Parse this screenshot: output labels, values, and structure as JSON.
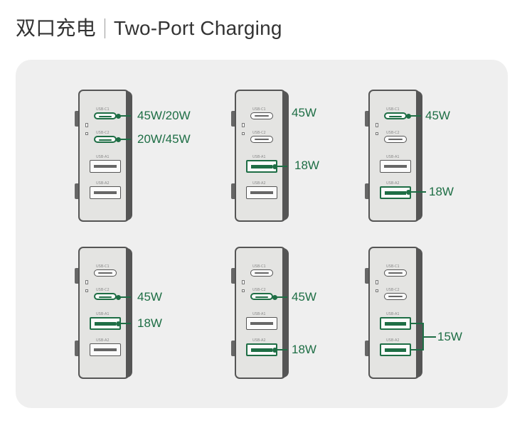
{
  "header": {
    "title_cn": "双口充电",
    "title_en": "Two-Port Charging"
  },
  "port_labels": {
    "c1": "USB-C1",
    "c2": "USB-C2",
    "a1": "USB-A1",
    "a2": "USB-A2"
  },
  "configs": [
    {
      "labels": {
        "c1": "45W/20W",
        "c2": "20W/45W"
      }
    },
    {
      "labels": {
        "top": "45W",
        "a1": "18W"
      }
    },
    {
      "labels": {
        "c1": "45W",
        "a2": "18W"
      }
    },
    {
      "labels": {
        "c2": "45W",
        "a1": "18W"
      }
    },
    {
      "labels": {
        "c2": "45W",
        "a2": "18W"
      }
    },
    {
      "labels": {
        "pair": "15W"
      }
    }
  ],
  "colors": {
    "accent": "#1e6e45",
    "panel": "#efefef",
    "device": "#e4e4e2",
    "outline": "#555555",
    "title": "#333333"
  }
}
